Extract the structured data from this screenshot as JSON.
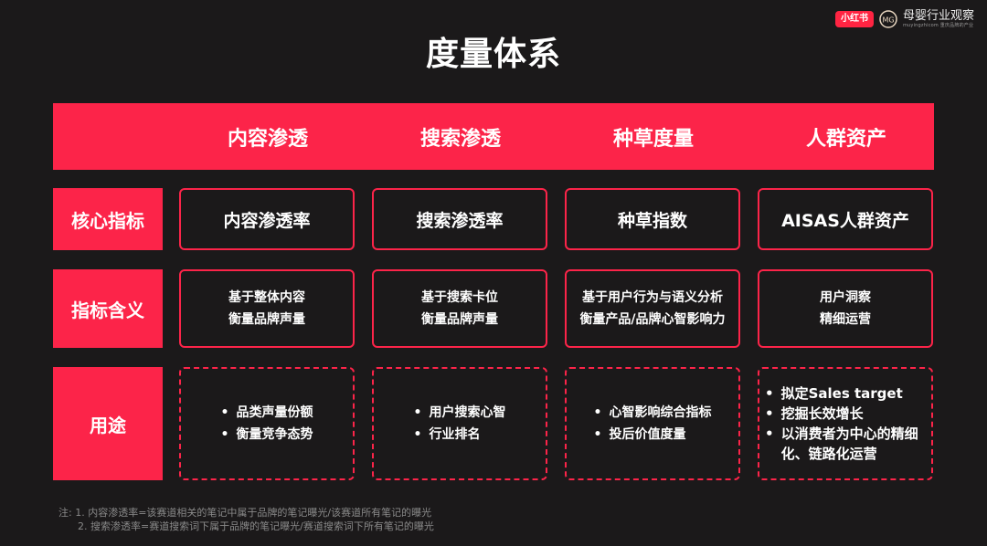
{
  "brand": {
    "xhs_badge": "小红书",
    "logo_mark": "MG",
    "name": "母婴行业观察",
    "sub": "muyingzhicom 重庆品牌的产业"
  },
  "title": "度量体系",
  "columns": [
    "内容渗透",
    "搜索渗透",
    "种草度量",
    "人群资产"
  ],
  "rows": {
    "core": {
      "label": "核心指标",
      "cells": [
        "内容渗透率",
        "搜索渗透率",
        "种草指数",
        "AISAS人群资产"
      ]
    },
    "meaning": {
      "label": "指标含义",
      "cells": [
        [
          "基于整体内容",
          "衡量品牌声量"
        ],
        [
          "基于搜索卡位",
          "衡量品牌声量"
        ],
        [
          "基于用户行为与语义分析",
          "衡量产品/品牌心智影响力"
        ],
        [
          "用户洞察",
          "精细运营"
        ]
      ]
    },
    "usage": {
      "label": "用途",
      "cells": [
        [
          "品类声量份额",
          "衡量竞争态势"
        ],
        [
          "用户搜索心智",
          "行业排名"
        ],
        [
          "心智影响综合指标",
          "投后价值度量"
        ],
        [
          "拟定Sales target",
          "挖掘长效增长",
          "以消费者为中心的精细",
          "化、链路化运营"
        ]
      ]
    }
  },
  "notes": [
    "注: 1. 内容渗透率=该赛道相关的笔记中属于品牌的笔记曝光/该赛道所有笔记的曝光",
    "      2. 搜索渗透率=赛道搜索词下属于品牌的笔记曝光/赛道搜索词下所有笔记的曝光"
  ],
  "colors": {
    "accent": "#fc2449",
    "background": "#1b191a",
    "note": "#8a8a8a"
  }
}
